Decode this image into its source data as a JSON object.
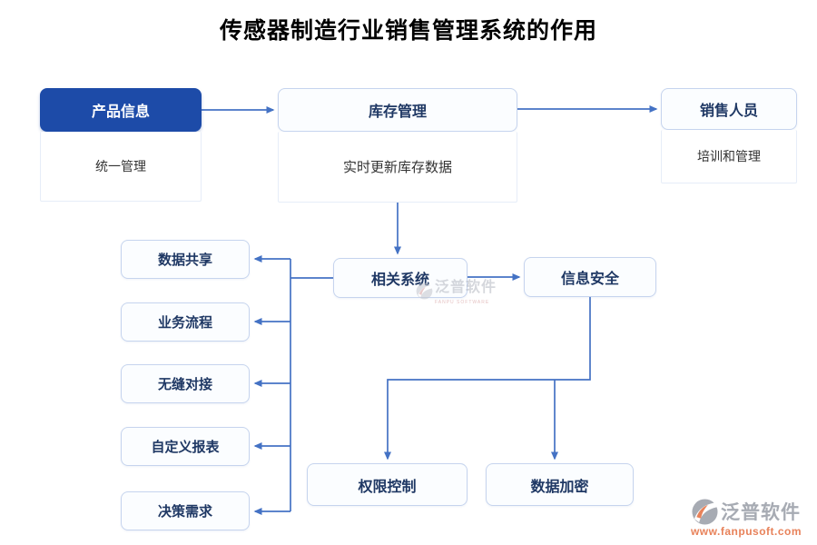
{
  "title": "传感器制造行业销售管理系统的作用",
  "nodes": {
    "product_info": {
      "label": "产品信息",
      "desc": "统一管理"
    },
    "inventory": {
      "label": "库存管理",
      "desc": "实时更新库存数据"
    },
    "sales": {
      "label": "销售人员",
      "desc": "培训和管理"
    },
    "related": {
      "label": "相关系统"
    },
    "security": {
      "label": "信息安全"
    },
    "features": [
      "数据共享",
      "业务流程",
      "无缝对接",
      "自定义报表",
      "决策需求"
    ],
    "permission": {
      "label": "权限控制"
    },
    "encryption": {
      "label": "数据加密"
    }
  },
  "watermark": {
    "brand": "泛普软件",
    "caption": "FANPU SOFTWARE"
  },
  "brand": {
    "name": "泛普软件",
    "url": "www.fanpusoft.com"
  },
  "colors": {
    "primary_fill": "#1d4ba8",
    "connector": "#4472c4",
    "node_text": "#1f3864",
    "node_border": "#c6d4ee",
    "brand_gray": "#a7abb3",
    "brand_orange": "#e8825a"
  }
}
